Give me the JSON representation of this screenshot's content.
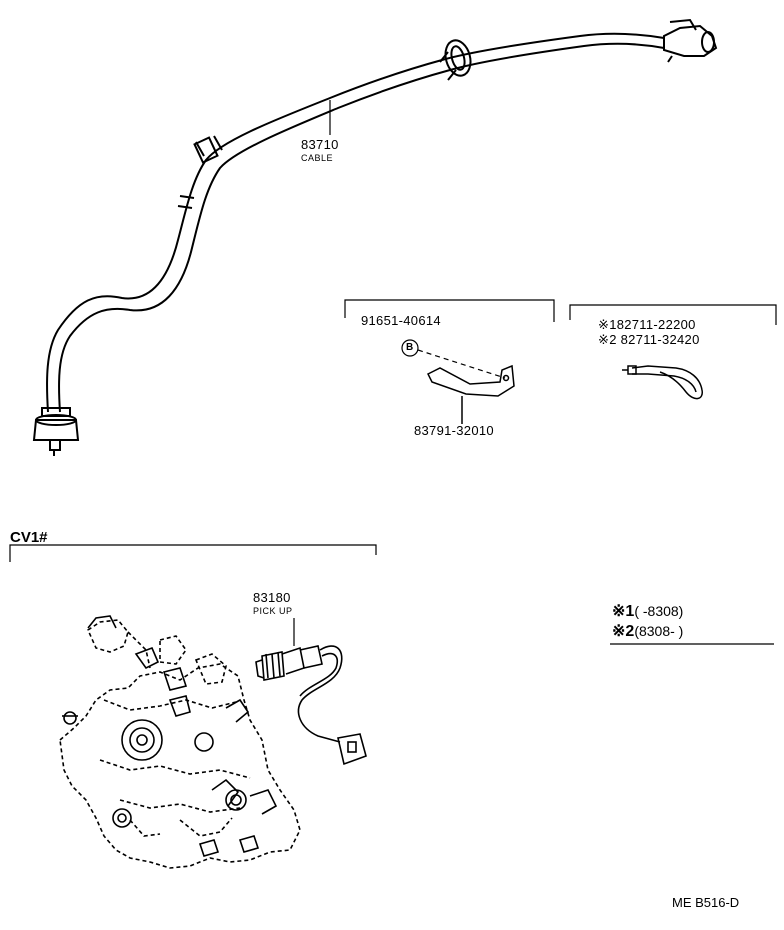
{
  "cable": {
    "part_no": "83710",
    "name": "CABLE"
  },
  "bolt": {
    "part_no": "91651-40614",
    "marker": "B"
  },
  "bracket": {
    "part_no": "83791-32010"
  },
  "harness": {
    "part_a": "※182711-22200",
    "part_b": "※2 82711-32420"
  },
  "group": {
    "label": "CV1#"
  },
  "pickup": {
    "part_no": "83180",
    "name": "PICK UP"
  },
  "notes": [
    {
      "mark": "※1",
      "range": "(      -8308)"
    },
    {
      "mark": "※2",
      "range": "(8308-      )"
    }
  ],
  "diagram_code": "ME B516-D"
}
